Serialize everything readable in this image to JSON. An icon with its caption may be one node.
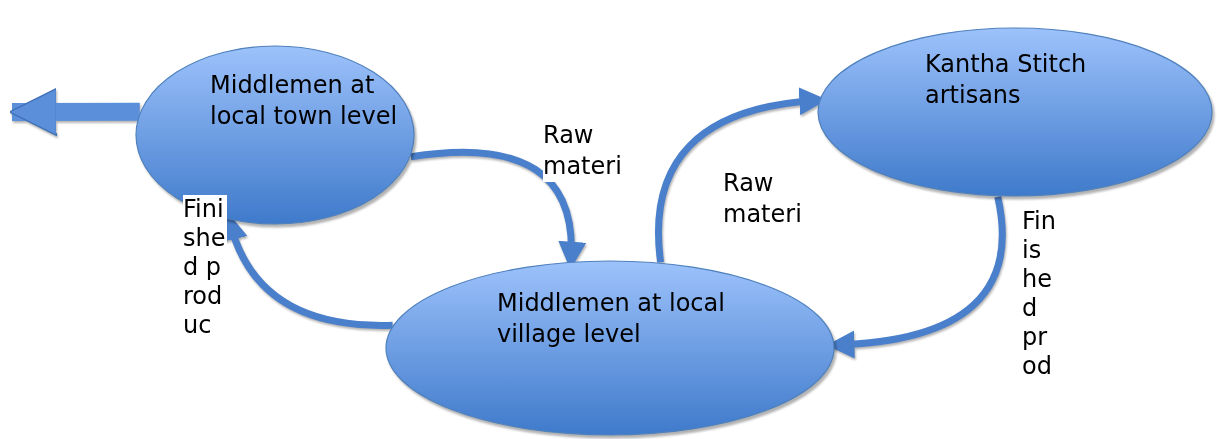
{
  "diagram": {
    "nodes": [
      {
        "text": [
          "Middlemen at local town level"
        ]
      },
      {
        "text": [
          "Kantha Stitch artisans"
        ]
      },
      {
        "text": [
          "Middlemen at local village level"
        ]
      }
    ],
    "edges": [
      {
        "from": 0,
        "to": null,
        "arrow": "to",
        "style": "thick"
      },
      {
        "from": 0,
        "to": 2,
        "arrow": "to",
        "label": "Raw materi"
      },
      {
        "from": 2,
        "to": 1,
        "arrow": "to",
        "label": "Raw materi"
      },
      {
        "from": 1,
        "to": 2,
        "arrow": "to",
        "label": "Finished prod"
      },
      {
        "from": 2,
        "to": 0,
        "arrow": "to",
        "label": "Finished produc"
      }
    ]
  }
}
